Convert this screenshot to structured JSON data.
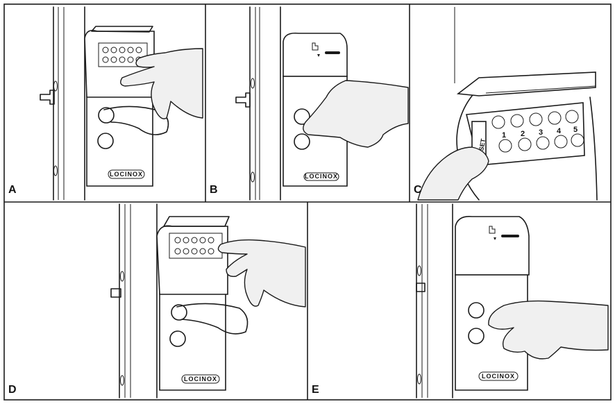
{
  "panels": [
    {
      "id": "A",
      "label": "A",
      "action": "open-keypad-cover-and-enter-code",
      "brand": "LOCINOX"
    },
    {
      "id": "B",
      "label": "B",
      "action": "turn-handle-to-open",
      "brand": "LOCINOX"
    },
    {
      "id": "C",
      "label": "C",
      "action": "press-reset-button",
      "reset_label": "RESET",
      "key_numbers": [
        "1",
        "2",
        "3",
        "4",
        "5"
      ]
    },
    {
      "id": "D",
      "label": "D",
      "action": "enter-new-code",
      "brand": "LOCINOX"
    },
    {
      "id": "E",
      "label": "E",
      "action": "turn-handle-to-confirm",
      "brand": "LOCINOX"
    }
  ],
  "colors": {
    "line": "#1a1a1a",
    "background": "#ffffff",
    "hand": "#f0f0f0"
  },
  "icons": [
    "hand-pointer-icon",
    "arrow-down-icon",
    "keypad-icon",
    "door-handle-icon"
  ]
}
